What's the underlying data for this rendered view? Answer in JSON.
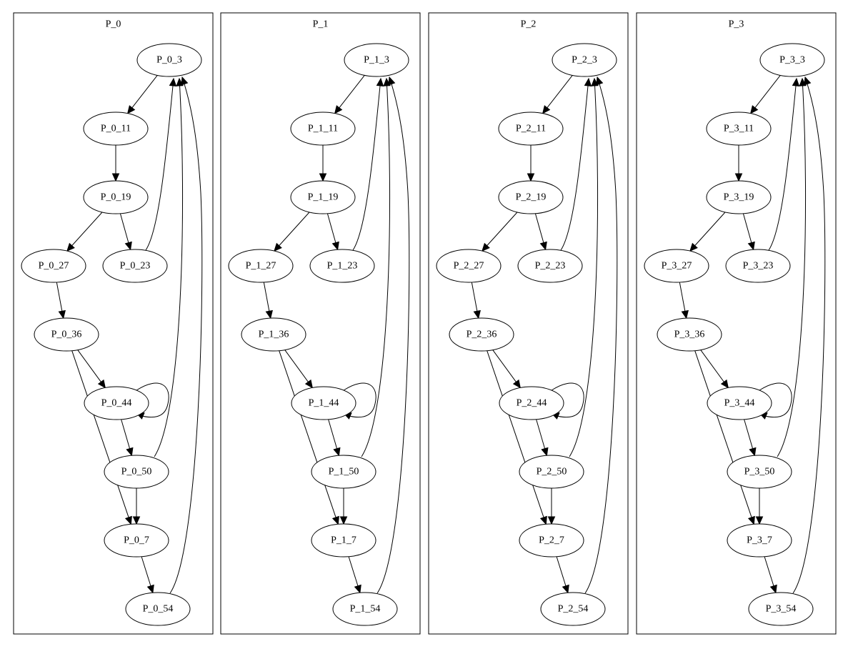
{
  "diagram": {
    "type": "directed-graph",
    "clusters": [
      {
        "id": "P_0",
        "title": "P_0",
        "nodes": [
          "P_0_3",
          "P_0_11",
          "P_0_19",
          "P_0_27",
          "P_0_23",
          "P_0_36",
          "P_0_44",
          "P_0_50",
          "P_0_7",
          "P_0_54"
        ],
        "edges": [
          [
            "P_0_3",
            "P_0_11"
          ],
          [
            "P_0_11",
            "P_0_19"
          ],
          [
            "P_0_19",
            "P_0_27"
          ],
          [
            "P_0_19",
            "P_0_23"
          ],
          [
            "P_0_23",
            "P_0_3"
          ],
          [
            "P_0_27",
            "P_0_36"
          ],
          [
            "P_0_36",
            "P_0_44"
          ],
          [
            "P_0_36",
            "P_0_7"
          ],
          [
            "P_0_44",
            "P_0_44"
          ],
          [
            "P_0_44",
            "P_0_50"
          ],
          [
            "P_0_50",
            "P_0_3"
          ],
          [
            "P_0_50",
            "P_0_7"
          ],
          [
            "P_0_7",
            "P_0_54"
          ],
          [
            "P_0_54",
            "P_0_3"
          ]
        ]
      },
      {
        "id": "P_1",
        "title": "P_1",
        "nodes": [
          "P_1_3",
          "P_1_11",
          "P_1_19",
          "P_1_27",
          "P_1_23",
          "P_1_36",
          "P_1_44",
          "P_1_50",
          "P_1_7",
          "P_1_54"
        ],
        "edges": [
          [
            "P_1_3",
            "P_1_11"
          ],
          [
            "P_1_11",
            "P_1_19"
          ],
          [
            "P_1_19",
            "P_1_27"
          ],
          [
            "P_1_19",
            "P_1_23"
          ],
          [
            "P_1_23",
            "P_1_3"
          ],
          [
            "P_1_27",
            "P_1_36"
          ],
          [
            "P_1_36",
            "P_1_44"
          ],
          [
            "P_1_36",
            "P_1_7"
          ],
          [
            "P_1_44",
            "P_1_44"
          ],
          [
            "P_1_44",
            "P_1_50"
          ],
          [
            "P_1_50",
            "P_1_3"
          ],
          [
            "P_1_50",
            "P_1_7"
          ],
          [
            "P_1_7",
            "P_1_54"
          ],
          [
            "P_1_54",
            "P_1_3"
          ]
        ]
      },
      {
        "id": "P_2",
        "title": "P_2",
        "nodes": [
          "P_2_3",
          "P_2_11",
          "P_2_19",
          "P_2_27",
          "P_2_23",
          "P_2_36",
          "P_2_44",
          "P_2_50",
          "P_2_7",
          "P_2_54"
        ],
        "edges": [
          [
            "P_2_3",
            "P_2_11"
          ],
          [
            "P_2_11",
            "P_2_19"
          ],
          [
            "P_2_19",
            "P_2_27"
          ],
          [
            "P_2_19",
            "P_2_23"
          ],
          [
            "P_2_23",
            "P_2_3"
          ],
          [
            "P_2_27",
            "P_2_36"
          ],
          [
            "P_2_36",
            "P_2_44"
          ],
          [
            "P_2_36",
            "P_2_7"
          ],
          [
            "P_2_44",
            "P_2_44"
          ],
          [
            "P_2_44",
            "P_2_50"
          ],
          [
            "P_2_50",
            "P_2_3"
          ],
          [
            "P_2_50",
            "P_2_7"
          ],
          [
            "P_2_7",
            "P_2_54"
          ],
          [
            "P_2_54",
            "P_2_3"
          ]
        ]
      },
      {
        "id": "P_3",
        "title": "P_3",
        "nodes": [
          "P_3_3",
          "P_3_11",
          "P_3_19",
          "P_3_27",
          "P_3_23",
          "P_3_36",
          "P_3_44",
          "P_3_50",
          "P_3_7",
          "P_3_54"
        ],
        "edges": [
          [
            "P_3_3",
            "P_3_11"
          ],
          [
            "P_3_11",
            "P_3_19"
          ],
          [
            "P_3_19",
            "P_3_27"
          ],
          [
            "P_3_19",
            "P_3_23"
          ],
          [
            "P_3_23",
            "P_3_3"
          ],
          [
            "P_3_27",
            "P_3_36"
          ],
          [
            "P_3_36",
            "P_3_44"
          ],
          [
            "P_3_36",
            "P_3_7"
          ],
          [
            "P_3_44",
            "P_3_44"
          ],
          [
            "P_3_44",
            "P_3_50"
          ],
          [
            "P_3_50",
            "P_3_3"
          ],
          [
            "P_3_50",
            "P_3_7"
          ],
          [
            "P_3_7",
            "P_3_54"
          ],
          [
            "P_3_54",
            "P_3_3"
          ]
        ]
      }
    ]
  }
}
